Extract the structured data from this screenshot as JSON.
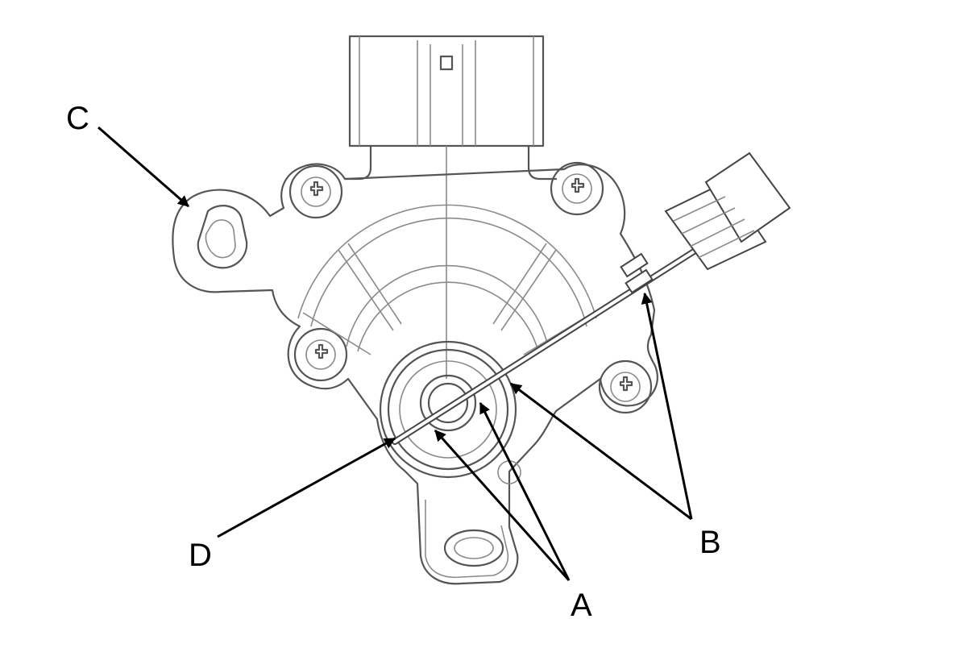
{
  "callouts": {
    "a": "A",
    "b": "B",
    "c": "C",
    "d": "D"
  },
  "colors": {
    "line": "#555555",
    "leader": "#000000",
    "background": "#ffffff"
  }
}
